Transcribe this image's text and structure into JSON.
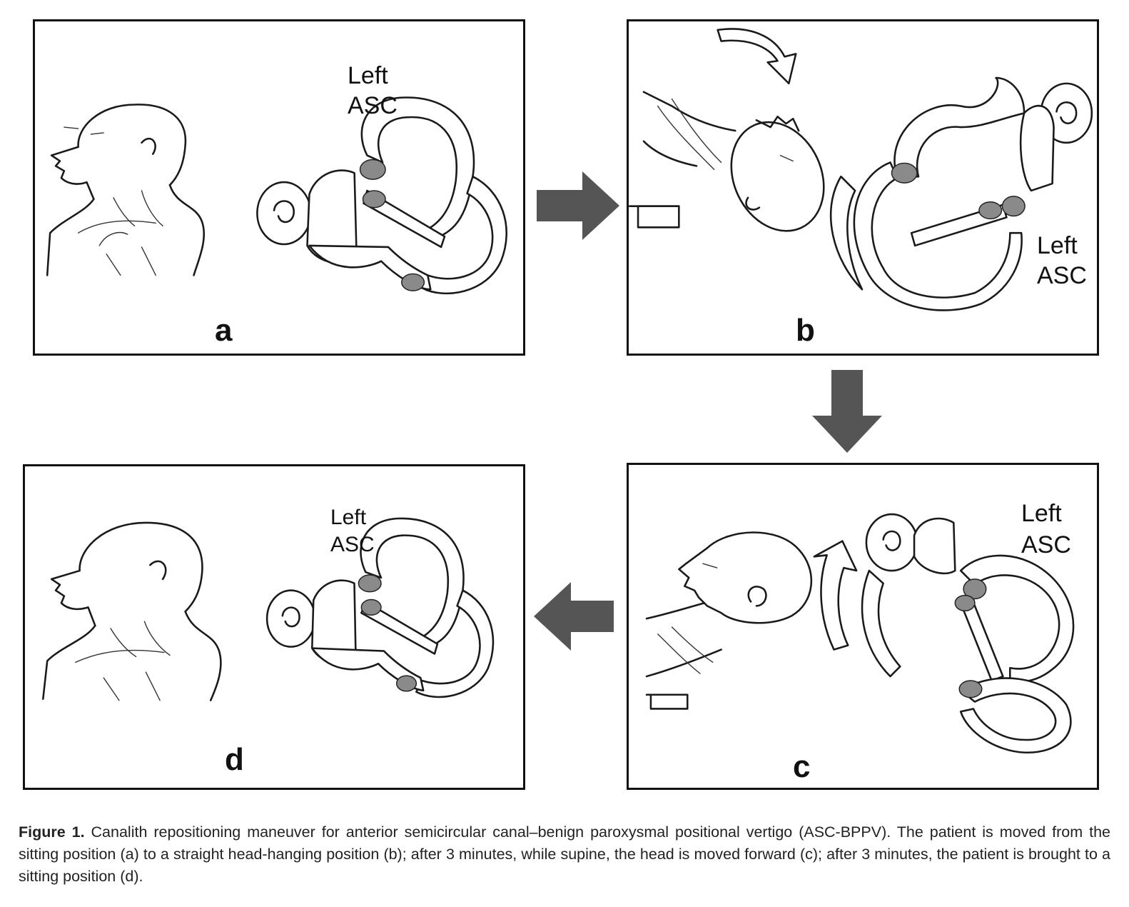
{
  "panels": {
    "a": {
      "letter": "a",
      "canal_label_line1": "Left",
      "canal_label_line2": "ASC"
    },
    "b": {
      "letter": "b",
      "canal_label_line1": "Left",
      "canal_label_line2": "ASC"
    },
    "c": {
      "letter": "c",
      "canal_label_line1": "Left",
      "canal_label_line2": "ASC"
    },
    "d": {
      "letter": "d",
      "canal_label_line1": "Left",
      "canal_label_line2": "ASC"
    }
  },
  "flow_arrows": [
    "arrow-right",
    "arrow-down",
    "arrow-left"
  ],
  "rotation_arrows": [
    "curved-arrow-down",
    "curved-arrow-up"
  ],
  "colors": {
    "arrow": "#555555",
    "ink": "#1a1a1a",
    "frame": "#111111"
  },
  "caption": {
    "label": "Figure 1.",
    "text": " Canalith repositioning maneuver for anterior semicircular canal–benign paroxysmal positional vertigo (ASC-BPPV). The patient is moved from the sitting position (a) to a straight head-hanging position (b); after 3 minutes, while supine, the head is moved forward (c); after 3 minutes, the patient is brought to a sitting position (d)."
  }
}
